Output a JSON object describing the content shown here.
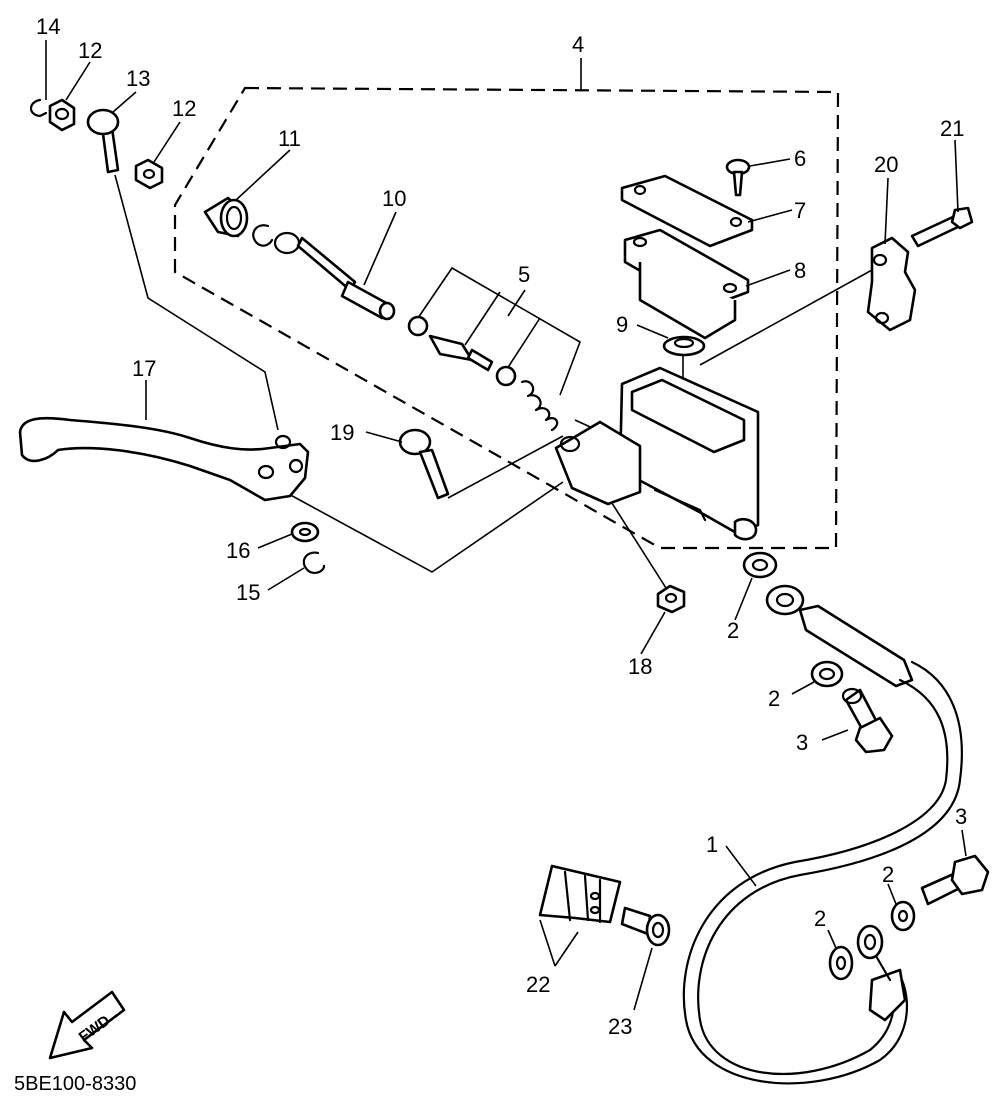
{
  "diagram_code": "5BE100-8330",
  "fwd_label": "FWD",
  "callouts": [
    {
      "id": "c14",
      "text": "14"
    },
    {
      "id": "c12a",
      "text": "12"
    },
    {
      "id": "c13",
      "text": "13"
    },
    {
      "id": "c12b",
      "text": "12"
    },
    {
      "id": "c11",
      "text": "11"
    },
    {
      "id": "c4",
      "text": "4"
    },
    {
      "id": "c10",
      "text": "10"
    },
    {
      "id": "c5",
      "text": "5"
    },
    {
      "id": "c6",
      "text": "6"
    },
    {
      "id": "c7",
      "text": "7"
    },
    {
      "id": "c8",
      "text": "8"
    },
    {
      "id": "c9",
      "text": "9"
    },
    {
      "id": "c20",
      "text": "20"
    },
    {
      "id": "c21",
      "text": "21"
    },
    {
      "id": "c17",
      "text": "17"
    },
    {
      "id": "c19",
      "text": "19"
    },
    {
      "id": "c16",
      "text": "16"
    },
    {
      "id": "c15",
      "text": "15"
    },
    {
      "id": "c18",
      "text": "18"
    },
    {
      "id": "c2a",
      "text": "2"
    },
    {
      "id": "c2b",
      "text": "2"
    },
    {
      "id": "c3a",
      "text": "3"
    },
    {
      "id": "c1",
      "text": "1"
    },
    {
      "id": "c3b",
      "text": "3"
    },
    {
      "id": "c2c",
      "text": "2"
    },
    {
      "id": "c2d",
      "text": "2"
    },
    {
      "id": "c22",
      "text": "22"
    },
    {
      "id": "c23",
      "text": "23"
    }
  ]
}
